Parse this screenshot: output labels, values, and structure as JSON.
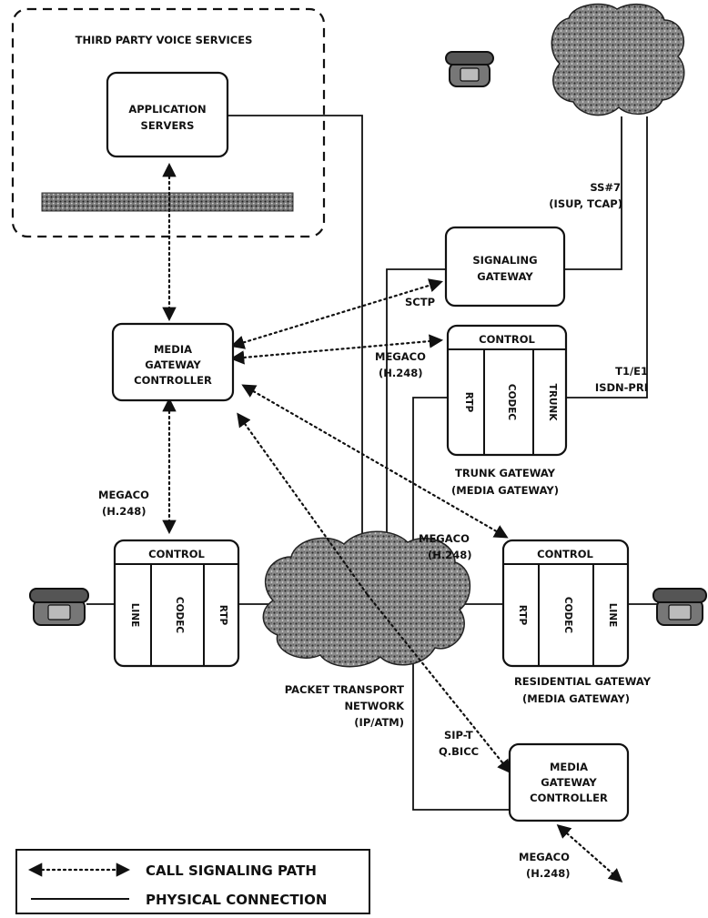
{
  "third_party": {
    "title": "THIRD PARTY VOICE SERVICES",
    "app_servers": [
      "APPLICATION",
      "SERVERS"
    ]
  },
  "mgc_main": [
    "MEDIA",
    "GATEWAY",
    "CONTROLLER"
  ],
  "signaling_gateway": [
    "SIGNALING",
    "GATEWAY"
  ],
  "ss7_label": [
    "SS#7",
    "(ISUP, TCAP)"
  ],
  "sctp_label": "SCTP",
  "megaco_trunk": [
    "MEGACO",
    "(H.248)"
  ],
  "t1_label": [
    "T1/E1",
    "ISDN-PRI"
  ],
  "trunk_gateway": {
    "control": "CONTROL",
    "cols": [
      "RTP",
      "CODEC",
      "TRUNK"
    ],
    "caption": [
      "TRUNK GATEWAY",
      "(MEDIA GATEWAY)"
    ]
  },
  "megaco_left": [
    "MEGACO",
    "(H.248)"
  ],
  "megaco_mid": [
    "MEGACO",
    "(H.248)"
  ],
  "left_gateway": {
    "control": "CONTROL",
    "cols": [
      "LINE",
      "CODEC",
      "RTP"
    ]
  },
  "residential_gateway": {
    "control": "CONTROL",
    "cols": [
      "RTP",
      "CODEC",
      "LINE"
    ],
    "caption": [
      "RESIDENTIAL GATEWAY",
      "(MEDIA GATEWAY)"
    ]
  },
  "packet_network": [
    "PACKET TRANSPORT",
    "NETWORK",
    "(IP/ATM)"
  ],
  "sip_label": [
    "SIP-T",
    "Q.BICC"
  ],
  "mgc_bottom": [
    "MEDIA",
    "GATEWAY",
    "CONTROLLER"
  ],
  "megaco_bottom": [
    "MEGACO",
    "(H.248)"
  ],
  "legend": {
    "signaling": "CALL SIGNALING PATH",
    "physical": "PHYSICAL CONNECTION"
  }
}
